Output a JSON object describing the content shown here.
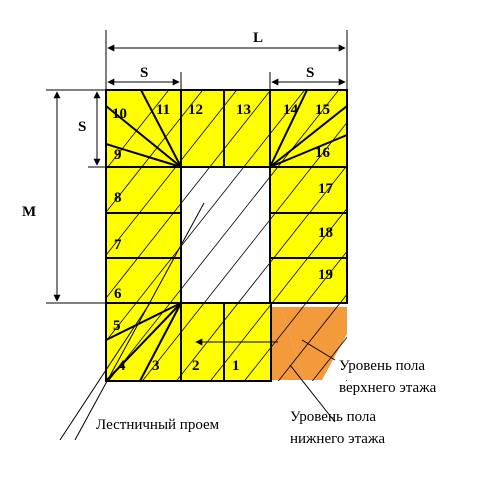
{
  "dimensions": {
    "L": "L",
    "S_left": "S",
    "S_right": "S",
    "S_vertical": "S",
    "M": "M"
  },
  "steps": [
    "1",
    "2",
    "3",
    "4",
    "5",
    "6",
    "7",
    "8",
    "9",
    "10",
    "11",
    "12",
    "13",
    "14",
    "15",
    "16",
    "17",
    "18",
    "19"
  ],
  "labels": {
    "stair_opening": "Лестничный проем",
    "upper_floor_1": "Уровень пола",
    "upper_floor_2": "верхнего этажа",
    "lower_floor_1": "Уровень пола",
    "lower_floor_2": "нижнего этажа"
  },
  "colors": {
    "step_fill": "#ffff00",
    "floor_fill": "#f39a3c",
    "line": "#000000"
  }
}
